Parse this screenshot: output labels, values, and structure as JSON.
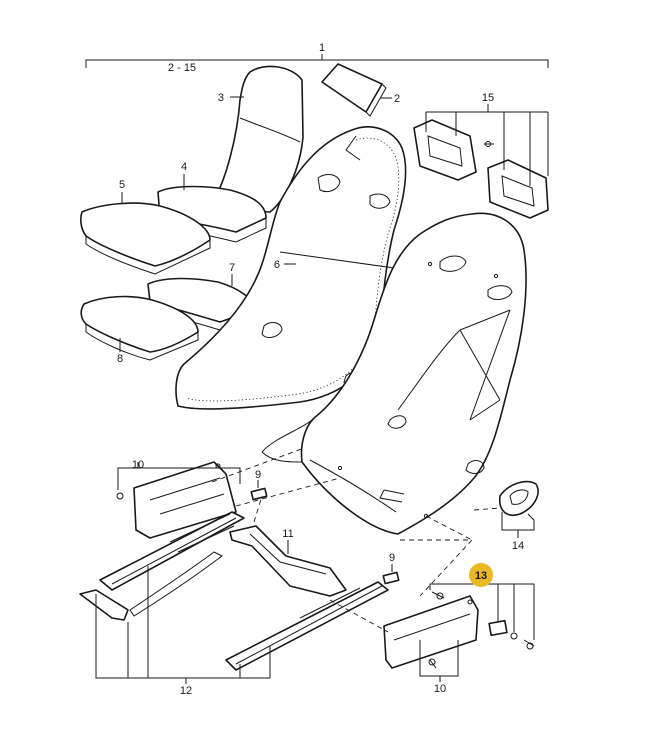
{
  "diagram": {
    "labels": {
      "l1": "1",
      "l2_15": "2 - 15",
      "l2": "2",
      "l3": "3",
      "l4": "4",
      "l5": "5",
      "l6": "6",
      "l7": "7",
      "l8": "8",
      "l9a": "9",
      "l9b": "9",
      "l10a": "10",
      "l10b": "10",
      "l11": "11",
      "l12": "12",
      "l13": "13",
      "l14": "14",
      "l15": "15"
    },
    "highlight": {
      "part": "13",
      "color": "#e8b923"
    },
    "line_color": "#1a1a1a"
  }
}
